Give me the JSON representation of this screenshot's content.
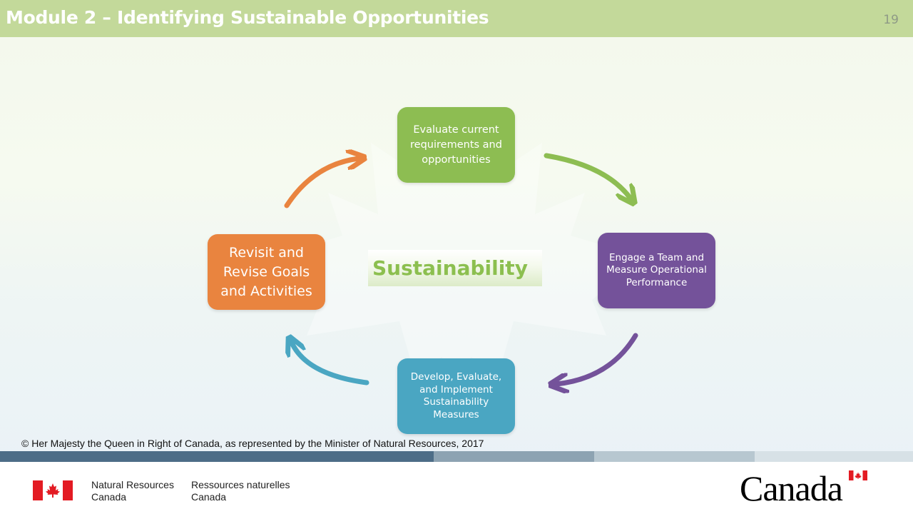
{
  "header": {
    "title": "Module 2 – Identifying Sustainable Opportunities",
    "page_number": "19"
  },
  "diagram": {
    "center_label": "Sustainability",
    "steps": [
      {
        "label": "Evaluate current\nrequirements and\nopportunities",
        "color": "#8dbd52"
      },
      {
        "label": "Engage a Team and\nMeasure Operational\nPerformance",
        "color": "#74529a"
      },
      {
        "label": "Develop, Evaluate,\nand Implement\nSustainability\nMeasures",
        "color": "#4aa6c2"
      },
      {
        "label": "Revisit and\nRevise Goals\nand Activities",
        "color": "#e9843f"
      }
    ]
  },
  "copyright": "© Her Majesty the Queen in Right of Canada, as represented by the Minister of Natural Resources, 2017",
  "footer": {
    "department_en": "Natural Resources\nCanada",
    "department_fr": "Ressources naturelles\nCanada",
    "wordmark": "Canada"
  },
  "colors": {
    "title_bar": "#c3d99a",
    "accent_green": "#8cbf4f",
    "canada_red": "#e31b23"
  }
}
